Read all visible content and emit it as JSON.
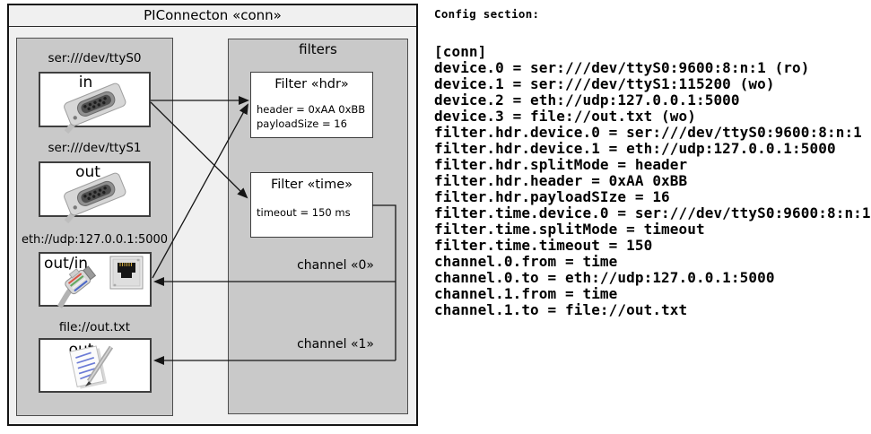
{
  "diagram": {
    "title": "PIConnecton «conn»",
    "devices_panel": {
      "devices": [
        {
          "label": "ser:///dev/ttyS0",
          "mode": "in",
          "icon": "serial-connector"
        },
        {
          "label": "ser:///dev/ttyS1",
          "mode": "out",
          "icon": "serial-connector"
        },
        {
          "label": "eth://udp:127.0.0.1:5000",
          "mode": "out/in",
          "icon": "ethernet-port-and-plug"
        },
        {
          "label": "file://out.txt",
          "mode": "out",
          "icon": "notepad-pen"
        }
      ]
    },
    "filters_panel": {
      "title": "filters",
      "filters": [
        {
          "title": "Filter «hdr»",
          "properties": [
            "header = 0xAA 0xBB",
            "payloadSize = 16"
          ]
        },
        {
          "title": "Filter «time»",
          "properties": [
            "timeout = 150 ms"
          ]
        }
      ]
    },
    "channels": [
      {
        "label": "channel «0»"
      },
      {
        "label": "channel «1»"
      }
    ],
    "connections": [
      {
        "from": "ser:///dev/ttyS0 (in)",
        "to": "Filter «hdr»"
      },
      {
        "from": "ser:///dev/ttyS0 (in)",
        "to": "Filter «time»"
      },
      {
        "from": "eth://udp:127.0.0.1:5000 (out/in)",
        "to": "Filter «hdr»"
      },
      {
        "from": "Filter «time»",
        "to": "eth://udp:127.0.0.1:5000 (out/in)",
        "label": "channel «0»"
      },
      {
        "from": "Filter «time»",
        "to": "file://out.txt (out)",
        "label": "channel «1»"
      }
    ]
  },
  "config": {
    "heading": "Config section:",
    "lines": [
      "[conn]",
      "device.0 = ser:///dev/ttyS0:9600:8:n:1 (ro)",
      "device.1 = ser:///dev/ttyS1:115200 (wo)",
      "device.2 = eth://udp:127.0.0.1:5000",
      "device.3 = file://out.txt (wo)",
      "filter.hdr.device.0 = ser:///dev/ttyS0:9600:8:n:1",
      "filter.hdr.device.1 = eth://udp:127.0.0.1:5000",
      "filter.hdr.splitMode = header",
      "filter.hdr.header = 0xAA 0xBB",
      "filter.hdr.payloadSIze = 16",
      "filter.time.device.0 = ser:///dev/ttyS0:9600:8:n:1",
      "filter.time.splitMode = timeout",
      "filter.time.timeout = 150",
      "channel.0.from = time",
      "channel.0.to = eth://udp:127.0.0.1:5000",
      "channel.1.from = time",
      "channel.1.to = file://out.txt"
    ]
  },
  "colors": {
    "outer_background": "#f0f0f0",
    "panel_fill": "#c9c9c9",
    "box_fill": "#ffffff",
    "panel_border": "#4d4d4d",
    "outer_border": "#141414",
    "arrow": "#151515",
    "note_lines_blue": "#6b7bd6"
  }
}
